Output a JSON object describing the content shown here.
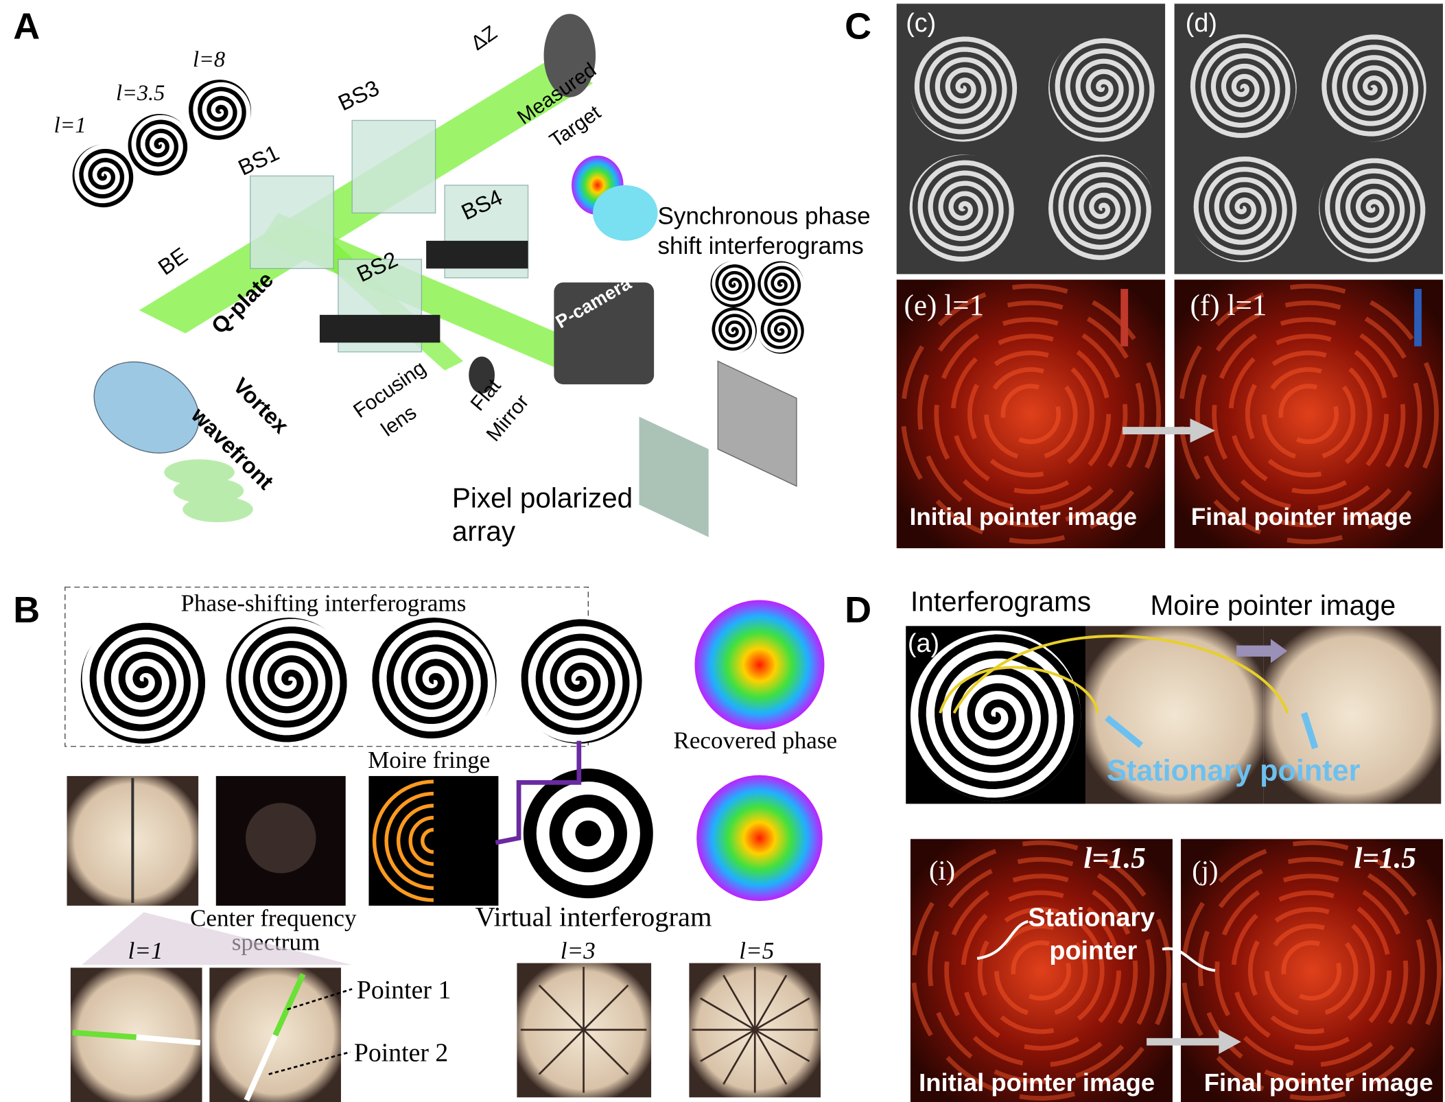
{
  "panels": {
    "a": "A",
    "b": "B",
    "c": "C",
    "d": "D"
  },
  "panel_a": {
    "orders": [
      "l=1",
      "l=3.5",
      "l=8"
    ],
    "bs1": "BS1",
    "bs2": "BS2",
    "bs3": "BS3",
    "bs4": "BS4",
    "be": "BE",
    "qplate": "Q-plate",
    "dz": "ΔZ",
    "target_1": "Measured",
    "target_2": "Target",
    "vortex_1": "Vortex",
    "vortex_2": "wavefront",
    "focus_1": "Focusing",
    "focus_2": "lens",
    "mirror_1": "Flat",
    "mirror_2": "Mirror",
    "camera": "P-camera",
    "sync_1": "Synchronous phase",
    "sync_2": "shift interferograms",
    "pixel_1": "Pixel polarized",
    "pixel_2": "array"
  },
  "panel_b": {
    "phase_shifting": "Phase-shifting interferograms",
    "recovered": "Recovered phase",
    "moire": "Moire fringe",
    "virtual": "Virtual interferogram",
    "center_1": "Center frequency",
    "center_2": "spectrum",
    "l1": "l=1",
    "pointer1": "Pointer 1",
    "pointer2": "Pointer 2",
    "l3": "l=3",
    "l5": "l=5"
  },
  "panel_c": {
    "c": "(c)",
    "d": "(d)",
    "e": "(e) l=1",
    "f": "(f) l=1",
    "initial": "Initial pointer image",
    "final": "Final pointer image",
    "scale_colors": [
      "#c0392b",
      "#2a5cb8"
    ]
  },
  "panel_d": {
    "interferograms": "Interferograms",
    "moire": "Moire pointer image",
    "a": "(a)",
    "stationary": "Stationary pointer",
    "i": "(i)",
    "j": "(j)",
    "l_i": "l=1.5",
    "l_j": "l=1.5",
    "stat_1": "Stationary",
    "stat_2": "pointer",
    "initial": "Initial pointer image",
    "final": "Final pointer image"
  },
  "colors": {
    "beam": "#7cf03a",
    "heat": "#c81e0a",
    "pointer_green": "#6be036",
    "pointer_blue": "#6cc0f0",
    "arc": "#e8cf2a"
  }
}
